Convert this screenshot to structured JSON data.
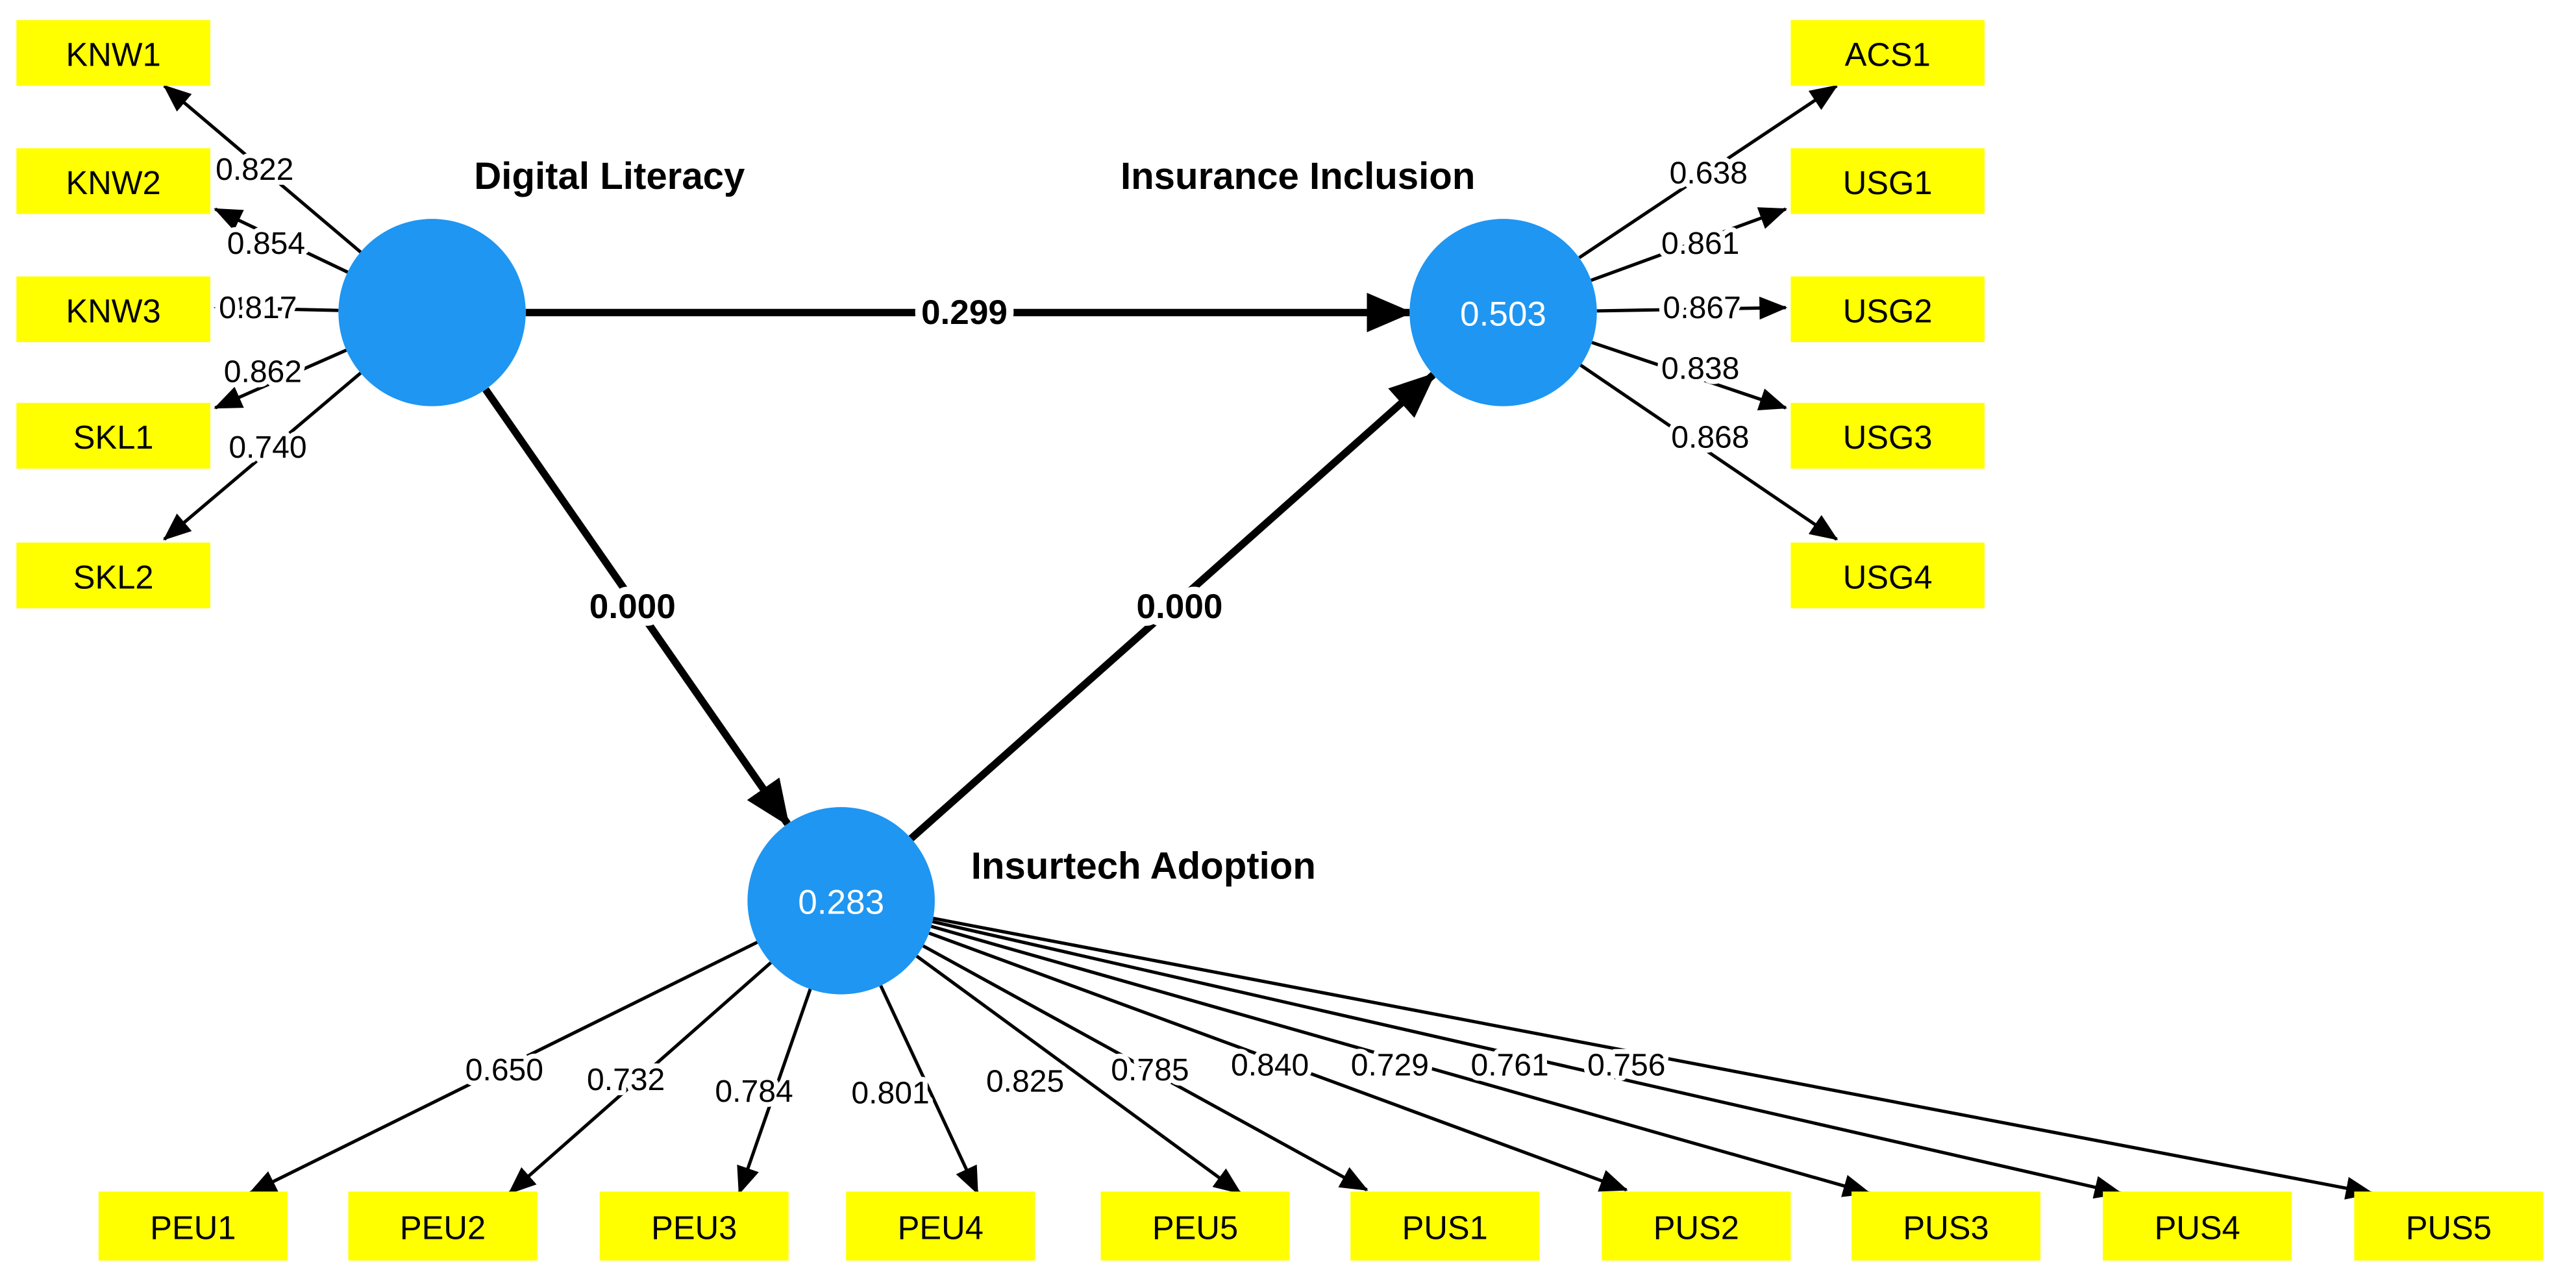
{
  "model": {
    "constructs": {
      "digital_literacy": {
        "label": "Digital Literacy"
      },
      "insurance_inclusion": {
        "label": "Insurance Inclusion",
        "r_squared": "0.503"
      },
      "insurtech_adoption": {
        "label": "Insurtech Adoption",
        "r_squared": "0.283"
      }
    },
    "structural_paths": [
      {
        "from": "Digital Literacy",
        "to": "Insurance Inclusion",
        "coefficient": "0.299"
      },
      {
        "from": "Digital Literacy",
        "to": "Insurtech Adoption",
        "coefficient": "0.000"
      },
      {
        "from": "Insurtech Adoption",
        "to": "Insurance Inclusion",
        "coefficient": "0.000"
      }
    ],
    "measurement": {
      "digital_literacy": [
        {
          "indicator": "KNW1",
          "loading": "0.822"
        },
        {
          "indicator": "KNW2",
          "loading": "0.854"
        },
        {
          "indicator": "KNW3",
          "loading": "0.817"
        },
        {
          "indicator": "SKL1",
          "loading": "0.862"
        },
        {
          "indicator": "SKL2",
          "loading": "0.740"
        }
      ],
      "insurance_inclusion": [
        {
          "indicator": "ACS1",
          "loading": "0.638"
        },
        {
          "indicator": "USG1",
          "loading": "0.861"
        },
        {
          "indicator": "USG2",
          "loading": "0.867"
        },
        {
          "indicator": "USG3",
          "loading": "0.838"
        },
        {
          "indicator": "USG4",
          "loading": "0.868"
        }
      ],
      "insurtech_adoption": [
        {
          "indicator": "PEU1",
          "loading": "0.650"
        },
        {
          "indicator": "PEU2",
          "loading": "0.732"
        },
        {
          "indicator": "PEU3",
          "loading": "0.784"
        },
        {
          "indicator": "PEU4",
          "loading": "0.801"
        },
        {
          "indicator": "PEU5",
          "loading": "0.825"
        },
        {
          "indicator": "PUS1",
          "loading": "0.785"
        },
        {
          "indicator": "PUS2",
          "loading": "0.840"
        },
        {
          "indicator": "PUS3",
          "loading": "0.729"
        },
        {
          "indicator": "PUS4",
          "loading": "0.761"
        },
        {
          "indicator": "PUS5",
          "loading": "0.756"
        }
      ]
    },
    "colors": {
      "construct_fill": "#1E96F2",
      "indicator_fill": "#FFFF00",
      "line": "#000000",
      "construct_value_text": "#FFFFFF"
    }
  }
}
